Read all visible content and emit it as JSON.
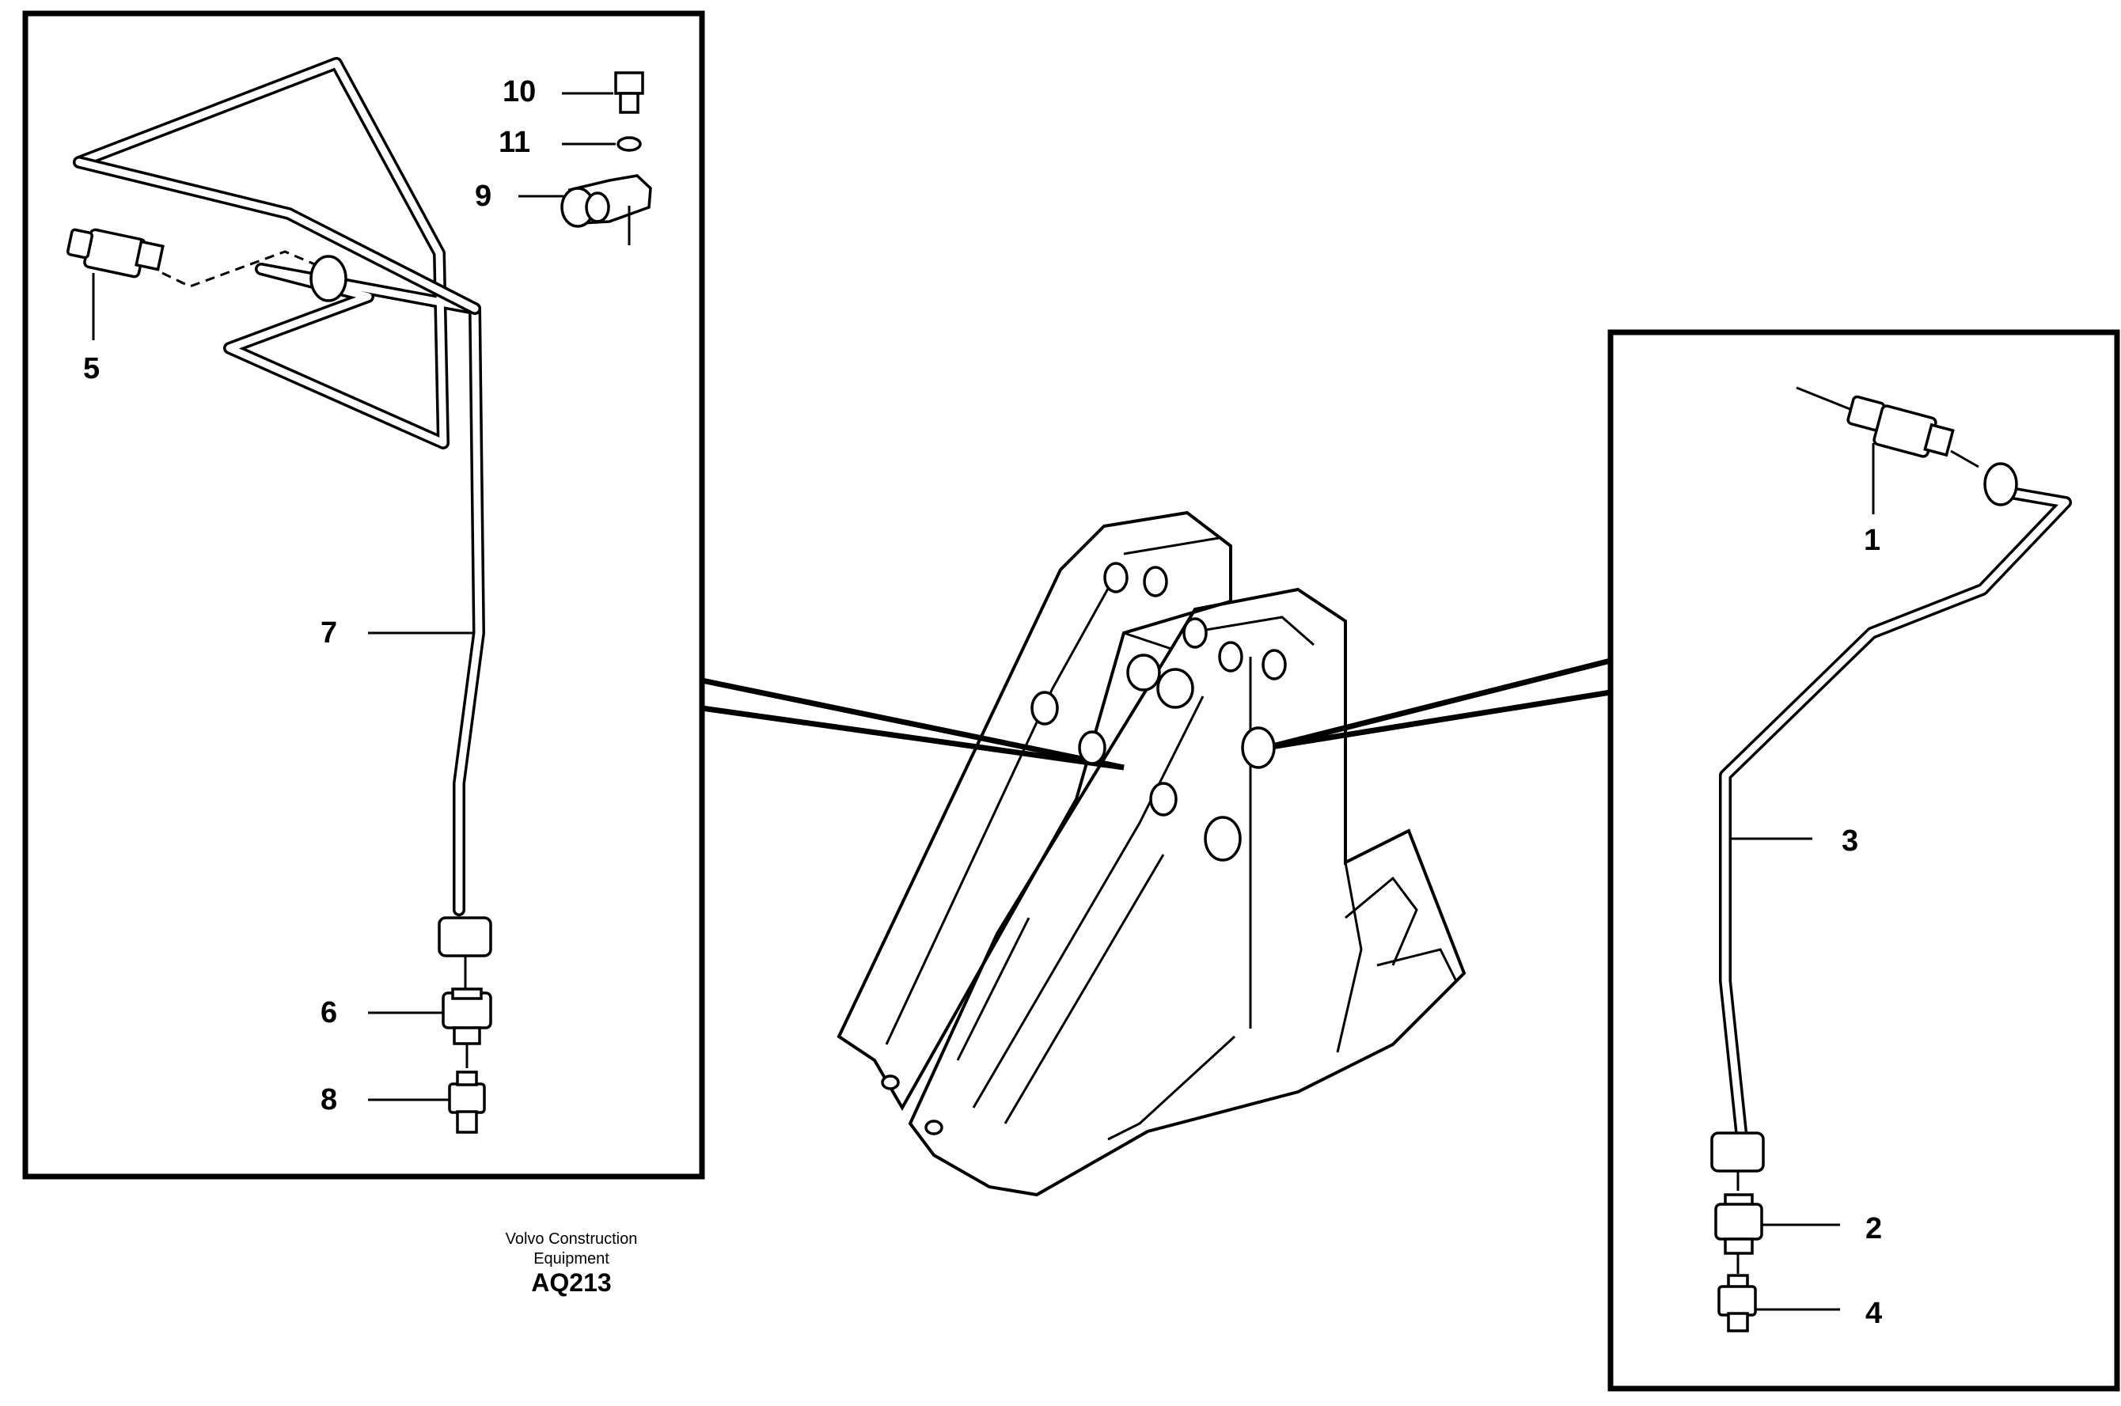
{
  "callouts": {
    "c1": "1",
    "c2": "2",
    "c3": "3",
    "c4": "4",
    "c5": "5",
    "c6": "6",
    "c7": "7",
    "c8": "8",
    "c9": "9",
    "c10": "10",
    "c11": "11"
  },
  "caption": {
    "line1": "Volvo Construction",
    "line2": "Equipment",
    "code": "AQ213"
  },
  "colors": {
    "ink": "#000000",
    "paper": "#ffffff"
  }
}
